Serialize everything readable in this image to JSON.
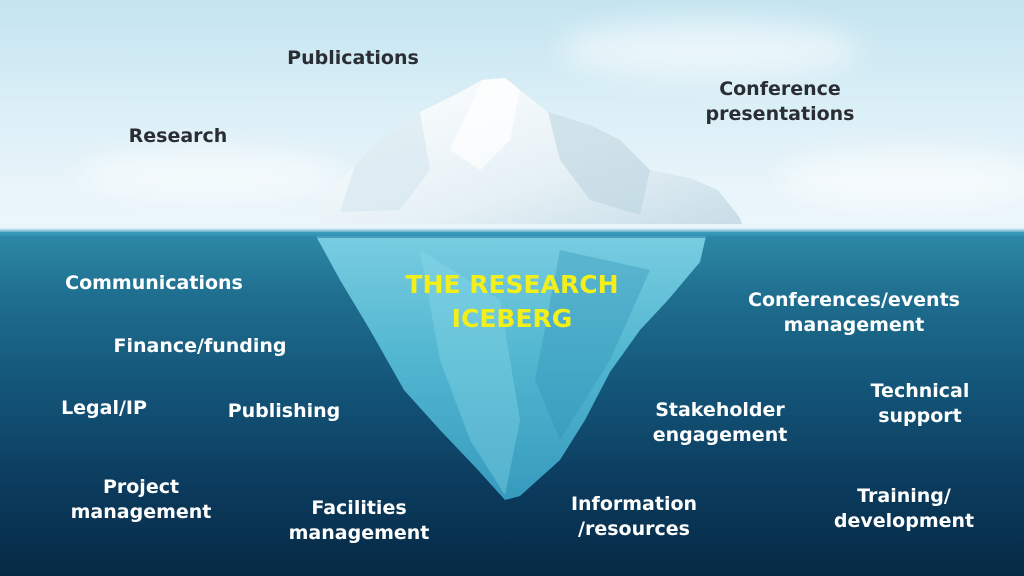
{
  "title_lines": [
    "THE RESEARCH",
    "ICEBERG"
  ],
  "above_water": {
    "publications": "Publications",
    "research": "Research",
    "conference_presentations": [
      "Conference",
      "presentations"
    ]
  },
  "below_water": {
    "communications": "Communications",
    "finance_funding": "Finance/funding",
    "legal_ip": "Legal/IP",
    "publishing": "Publishing",
    "project_management": [
      "Project",
      "management"
    ],
    "facilities_management": [
      "Facilities",
      "management"
    ],
    "information_resources": [
      "Information",
      "/resources"
    ],
    "conferences_events_management": [
      "Conferences/events",
      "management"
    ],
    "stakeholder_engagement": [
      "Stakeholder",
      "engagement"
    ],
    "technical_support": [
      "Technical",
      "support"
    ],
    "training_development": [
      "Training/",
      "development"
    ]
  },
  "colors": {
    "title": "#f2ef1a",
    "above_text": "#2a2d33",
    "below_text": "#ffffff",
    "sky": "#d8eef6",
    "sea": "#135579"
  }
}
